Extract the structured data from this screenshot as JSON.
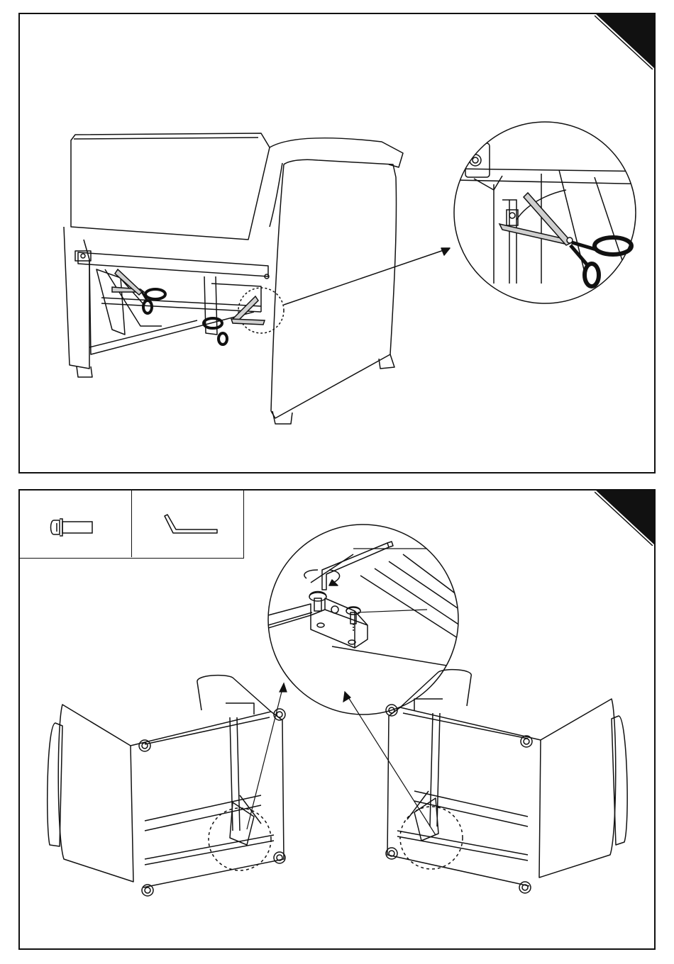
{
  "document": {
    "steps": [
      {
        "id": "step-cut-ties",
        "elements": [
          "recliner-chair",
          "cable-ties",
          "scissors",
          "magnified-detail"
        ]
      },
      {
        "id": "step-bolt-mechanism",
        "parts": [
          {
            "name": "bolt-icon"
          },
          {
            "name": "allen-key-icon"
          }
        ],
        "elements": [
          "magnified-bolt-detail",
          "left-chair-underside",
          "right-chair-underside"
        ]
      }
    ],
    "colors": {
      "line": "#111111",
      "fill": "#ffffff",
      "tab": "#111111",
      "scissor_blade": "#cfcfcf"
    }
  }
}
